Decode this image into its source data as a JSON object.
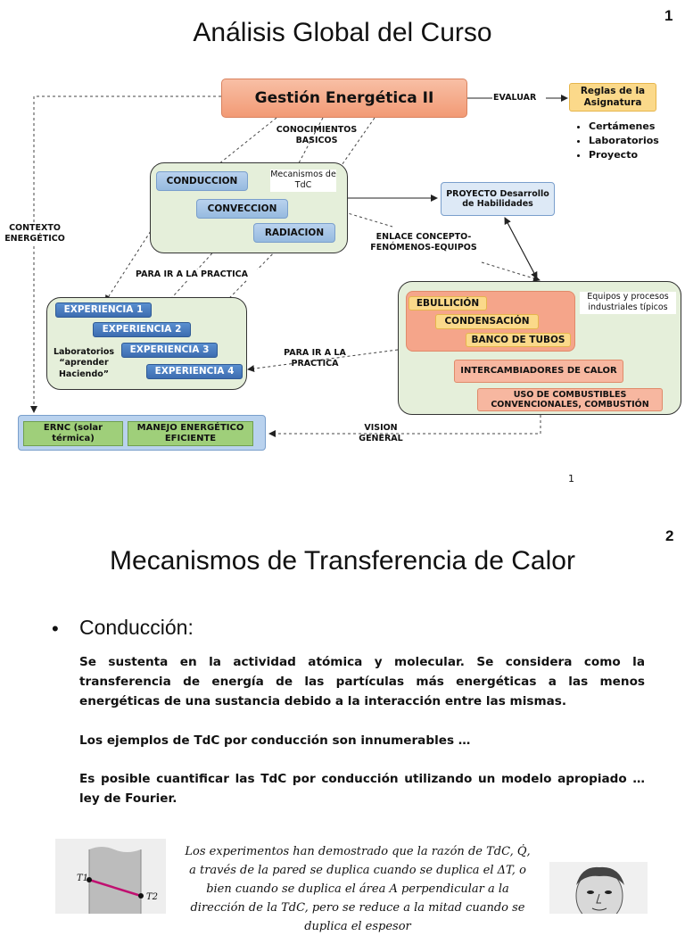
{
  "slide1": {
    "page_number": "1",
    "title": "Análisis Global del Curso",
    "footer_mark": "1",
    "main_box": "Gestión Energética II",
    "evaluar": "EVALUAR",
    "rules_box": "Reglas de la Asignatura",
    "rules_items": [
      "Certámenes",
      "Laboratorios",
      "Proyecto"
    ],
    "conocimientos": "CONOCIMIENTOS BASICOS",
    "contexto": "CONTEXTO ENERGÉTICO",
    "mech": {
      "conduccion": "CONDUCCION",
      "conveccion": "CONVECCION",
      "radiacion": "RADIACION",
      "label": "Mecanismos de TdC"
    },
    "proyecto": "PROYECTO Desarrollo de Habilidades",
    "enlace": "ENLACE CONCEPTO- FENÓMENOS-EQUIPOS",
    "para_practica_1": "PARA IR A LA PRACTICA",
    "para_practica_2": "PARA IR A LA PRACTICA",
    "experiencias": [
      "EXPERIENCIA 1",
      "EXPERIENCIA 2",
      "EXPERIENCIA 3",
      "EXPERIENCIA 4"
    ],
    "labs_note": "Laboratorios “aprender Haciendo”",
    "equipos": {
      "ebullicion": "EBULLICIÓN",
      "condensacion": "CONDENSACIÓN",
      "banco": "BANCO DE TUBOS",
      "intercambiadores": "INTERCAMBIADORES DE CALOR",
      "combustibles": "USO DE COMBUSTIBLES CONVENCIONALES, COMBUSTIÓN",
      "label": "Equipos y procesos industriales típicos"
    },
    "vision": "VISION GENERAL",
    "ernc": "ERNC (solar térmica)",
    "manejo": "MANEJO ENERGÉTICO EFICIENTE"
  },
  "slide2": {
    "page_number": "2",
    "title": "Mecanismos de Transferencia de Calor",
    "bullet": "Conducción:",
    "paragraphs": [
      "Se sustenta en la actividad atómica y molecular. Se considera como la transferencia de energía de las partículas más energéticas a las menos energéticas de una sustancia debido a la interacción entre las mismas.",
      "Los ejemplos de TdC por conducción son innumerables …",
      "Es posible cuantificar las TdC por conducción utilizando un modelo apropiado … ley de Fourier."
    ],
    "quote": "Los experimentos han demostrado que la razón de TdC, Q̇, a través de la pared se duplica cuando se duplica el ΔT, o bien cuando se duplica el área A perpendicular a la dirección de la TdC, pero se reduce a la mitad cuando se duplica el espesor",
    "wall_t1": "T1",
    "wall_t2": "T2"
  },
  "colors": {
    "main_box": "#f4a582",
    "blue_box": "#a9c6e8",
    "dark_blue": "#4a7cc0",
    "green_group": "#e5efda",
    "orange_box": "#f7b7a0",
    "yellow_box": "#fbd98a"
  }
}
